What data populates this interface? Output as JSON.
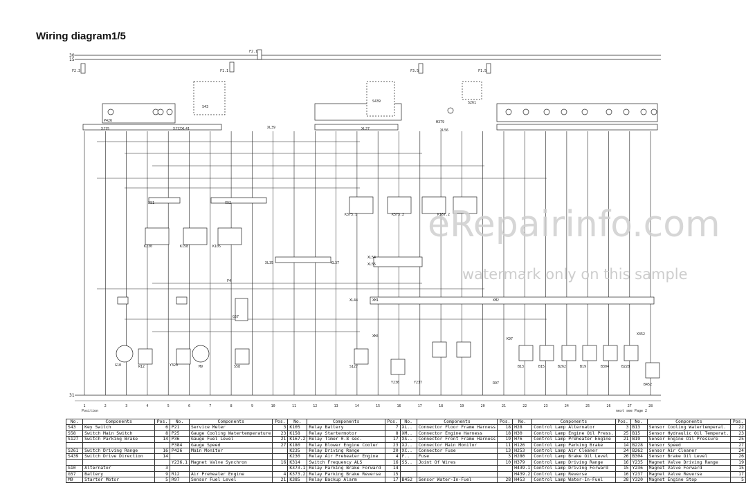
{
  "title": "Wiring diagram1/5",
  "watermark": {
    "main": "eRepairinfo.com",
    "sub": "watermark only on this sample"
  },
  "rails": {
    "top1": "30",
    "top2": "15",
    "bottom": "31"
  },
  "columns": [
    "1",
    "2",
    "3",
    "4",
    "5",
    "6",
    "7",
    "8",
    "9",
    "10",
    "11",
    "12",
    "13",
    "14",
    "15",
    "16",
    "17",
    "18",
    "19",
    "20",
    "21",
    "22",
    "23",
    "24",
    "25",
    "26",
    "27",
    "28"
  ],
  "column_notes": {
    "left": "Position",
    "right": "next see Page 2"
  },
  "fuses": [
    "F2.3",
    "F1.1",
    "F2.1",
    "F3.5",
    "F1.5",
    "F4"
  ],
  "components": [
    "P426",
    "S43",
    "S439",
    "S261",
    "H379",
    "G10",
    "R12",
    "Y320",
    "M9",
    "G57",
    "S58",
    "S127",
    "Y236",
    "Y237",
    "K230",
    "K158",
    "K105",
    "K373.1",
    "K373.2",
    "K167.2",
    "R97",
    "B13",
    "B15",
    "B262",
    "B19",
    "B304",
    "B228",
    "B452"
  ],
  "connectors": [
    "XJ15",
    "XJ12",
    "XL41",
    "XL39",
    "XL27",
    "XL56",
    "XS1",
    "XS2",
    "XL35",
    "XL37",
    "XL54",
    "XL55",
    "XL44",
    "XM1",
    "XM2",
    "XM4",
    "X452",
    "K97"
  ],
  "legend": {
    "headers": [
      "No.",
      "Components",
      "Pos."
    ],
    "rows": [
      [
        [
          "S43",
          "Key Switch",
          "6"
        ],
        [
          "P21",
          "Service Meter",
          "3"
        ],
        [
          "K105",
          "Relay Battery",
          "7"
        ],
        [
          "XL..",
          "Connector Floor Frame Harness",
          "18"
        ],
        [
          "H28",
          "Control Lamp Alternator",
          "3"
        ],
        [
          "B13",
          "Sensor Cooling Watertemperat.",
          "22"
        ]
      ],
      [
        [
          "S58",
          "Switch Main Switch",
          "8"
        ],
        [
          "P25",
          "Gauge Cooling Watertemperature",
          "23"
        ],
        [
          "K158",
          "Relay Startermotor",
          "8"
        ],
        [
          "XM..",
          "Connector Engine Harness",
          "18"
        ],
        [
          "H30",
          "Control Lamp Engine Oil Press.",
          "25"
        ],
        [
          "B15",
          "Sensor Hydraulic Oil Temperat.",
          "23"
        ]
      ],
      [
        [
          "S127",
          "Switch Parking Brake",
          "14"
        ],
        [
          "P36",
          "Gauge Fuel Level",
          "21"
        ],
        [
          "K167.2",
          "Relay Timer 0.8 sec.",
          "17"
        ],
        [
          "XS..",
          "Connector Front Frame Harness",
          "19"
        ],
        [
          "H76",
          "Control Lamp Preheater Engine",
          "21"
        ],
        [
          "B19",
          "Sensor Engine Oil Pressure",
          "25"
        ]
      ],
      [
        [
          "",
          "",
          "",
          ""
        ],
        [
          "P384",
          "Gauge Speed",
          "27"
        ],
        [
          "K180",
          "Relay Blower Engine Cooler",
          "23"
        ],
        [
          "XJ..",
          "Connector Main Monitor",
          "11"
        ],
        [
          "H126",
          "Control Lamp Parking Brake",
          "14"
        ],
        [
          "B228",
          "Sensor Speed",
          "27"
        ]
      ],
      [
        [
          "S261",
          "Switch Driving Range",
          "16"
        ],
        [
          "P426",
          "Main Monitor",
          "",
          "9"
        ],
        [
          "K235",
          "Relay Driving Range",
          "20"
        ],
        [
          "XC..",
          "Connector Fuse",
          "13"
        ],
        [
          "H253",
          "Control Lamp Air Cleaner",
          "24"
        ],
        [
          "B262",
          "Sensor Air Cleaner",
          "24"
        ]
      ],
      [
        [
          "S439",
          "Switch Drive Direction",
          "14"
        ],
        [
          "",
          "",
          ""
        ],
        [
          "K230",
          "Relay Air Preheater Engine",
          "4"
        ],
        [
          "F..",
          "Fuse",
          "3"
        ],
        [
          "H280",
          "Control Lamp Brake Oil Level",
          "26"
        ],
        [
          "B304",
          "Sensor Brake Oil Level",
          "26"
        ]
      ],
      [
        [
          "",
          "",
          ""
        ],
        [
          "Y236.1",
          "Magnet Valve Synchron",
          "16"
        ],
        [
          "K314",
          "Switch Frequency ALS",
          "16"
        ],
        [
          "SS..",
          "Joint Of Wires",
          "10"
        ],
        [
          "H379",
          "Control Lamp Driving Range",
          "16"
        ],
        [
          "Y235",
          "Magnet Valve Driving Range",
          "19"
        ]
      ],
      [
        [
          "G10",
          "Alternator",
          "3"
        ],
        [
          "",
          "",
          ""
        ],
        [
          "K373.1",
          "Relay Parking Brake Forward",
          "14"
        ],
        [
          "",
          "",
          ""
        ],
        [
          "H439.1",
          "Control Lamp Driving Forward",
          "15"
        ],
        [
          "Y236",
          "Magnet Valve Forward",
          "15"
        ]
      ],
      [
        [
          "G57",
          "Battery",
          "9"
        ],
        [
          "R12",
          "Air Preheater Engine",
          "4"
        ],
        [
          "K373.2",
          "Relay Parking Brake Reverse",
          "15"
        ],
        [
          "",
          "",
          ""
        ],
        [
          "H439.2",
          "Control Lamp Reverse",
          "16"
        ],
        [
          "Y237",
          "Magnet Valve Reverse",
          "17"
        ]
      ],
      [
        [
          "M9",
          "Starter Motor",
          "5"
        ],
        [
          "R97",
          "Sensor Fuel Level",
          "21"
        ],
        [
          "K385",
          "Relay Backup Alarm",
          "17"
        ],
        [
          "B452",
          "Sensor Water-In-Fuel",
          "28"
        ],
        [
          "H453",
          "Control Lamp Water-In-Fuel",
          "28"
        ],
        [
          "Y320",
          "Magnet Engine Stop",
          "5"
        ]
      ]
    ]
  }
}
